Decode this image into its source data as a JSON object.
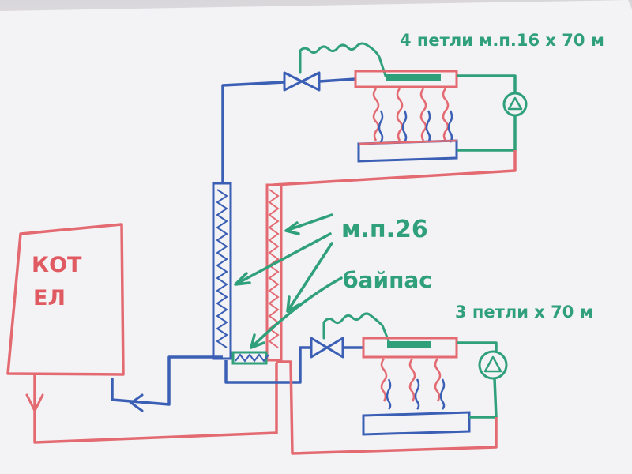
{
  "colors": {
    "paper": "#f2f1f4",
    "blue": "#3a5fb5",
    "red": "#e46a72",
    "green": "#2fa07a"
  },
  "labels": {
    "boiler_line1": "КОТ",
    "boiler_line2": "ЕЛ",
    "top_loops": "4 петли м.п.16 х 70 м",
    "bottom_loops": "3 петли х 70 м",
    "pipe_spec": "м.п.26",
    "bypass": "байпас"
  },
  "icons": {
    "pump_top": "pump-icon",
    "pump_bottom": "pump-icon",
    "valve_top": "valve-icon",
    "valve_bottom": "valve-icon"
  }
}
